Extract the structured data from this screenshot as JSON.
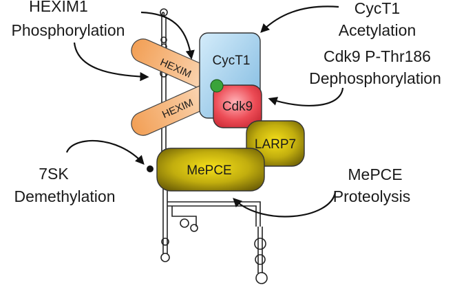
{
  "labels": {
    "hexim1_phos_line1": "HEXIM1",
    "hexim1_phos_line2": "Phosphorylation",
    "cyct1_acet_line1": "CycT1",
    "cyct1_acet_line2": "Acetylation",
    "cdk9_dephos_line1": "Cdk9 P-Thr186",
    "cdk9_dephos_line2": "Dephosphorylation",
    "demeth_line1": "7SK",
    "demeth_line2": "Demethylation",
    "proteolysis_line1": "MePCE",
    "proteolysis_line2": "Proteolysis"
  },
  "proteins": {
    "cyct1": "CycT1",
    "cdk9": "Cdk9",
    "hexim_top": "HEXIM",
    "hexim_bottom": "HEXIM",
    "larp7": "LARP7",
    "mepce": "MePCE"
  },
  "colors": {
    "cyct1": "#a9d3ee",
    "cdk9": "#e8474f",
    "hexim": "#f2a35a",
    "larp7_mepce": "#b8a40a",
    "phospho": "#3aa33a"
  }
}
